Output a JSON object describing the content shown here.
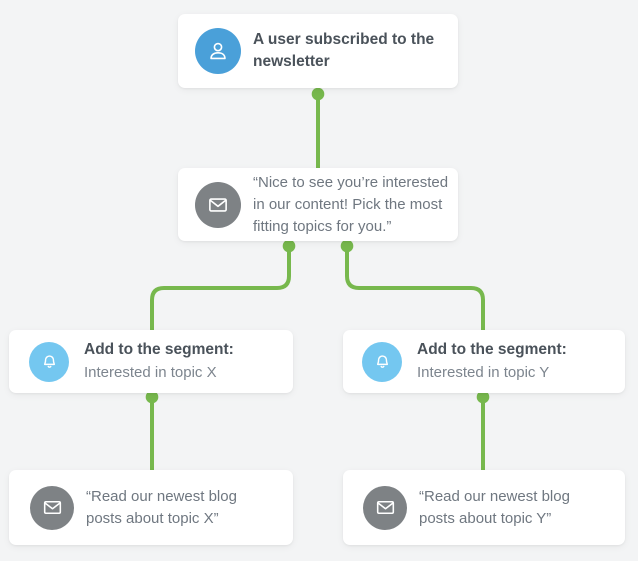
{
  "diagram": {
    "type": "email-automation-workflow",
    "colors": {
      "background": "#f3f4f5",
      "card": "#ffffff",
      "connector_green": "#77b84d",
      "trigger_blue": "#4aa0d9",
      "segment_light_blue": "#74c7f0",
      "email_gray": "#7e8285",
      "title_text": "#4a525a",
      "body_text": "#6f7780",
      "subtitle_text": "#7d858e"
    },
    "nodes": {
      "trigger": {
        "icon": "user-icon",
        "title": "A user subscribed to the newsletter"
      },
      "welcome_message": {
        "icon": "envelope-icon",
        "text": "“Nice to see you’re interested in our content! Pick the most fitting topics for you.”"
      },
      "segment_x": {
        "icon": "bell-icon",
        "title": "Add to the segment:",
        "subtitle": "Interested in topic X"
      },
      "segment_y": {
        "icon": "bell-icon",
        "title": "Add to the segment:",
        "subtitle": "Interested in topic Y"
      },
      "email_x": {
        "icon": "envelope-icon",
        "text": "“Read our newest blog posts about topic X”"
      },
      "email_y": {
        "icon": "envelope-icon",
        "text": "“Read our newest blog posts about topic Y”"
      }
    }
  }
}
